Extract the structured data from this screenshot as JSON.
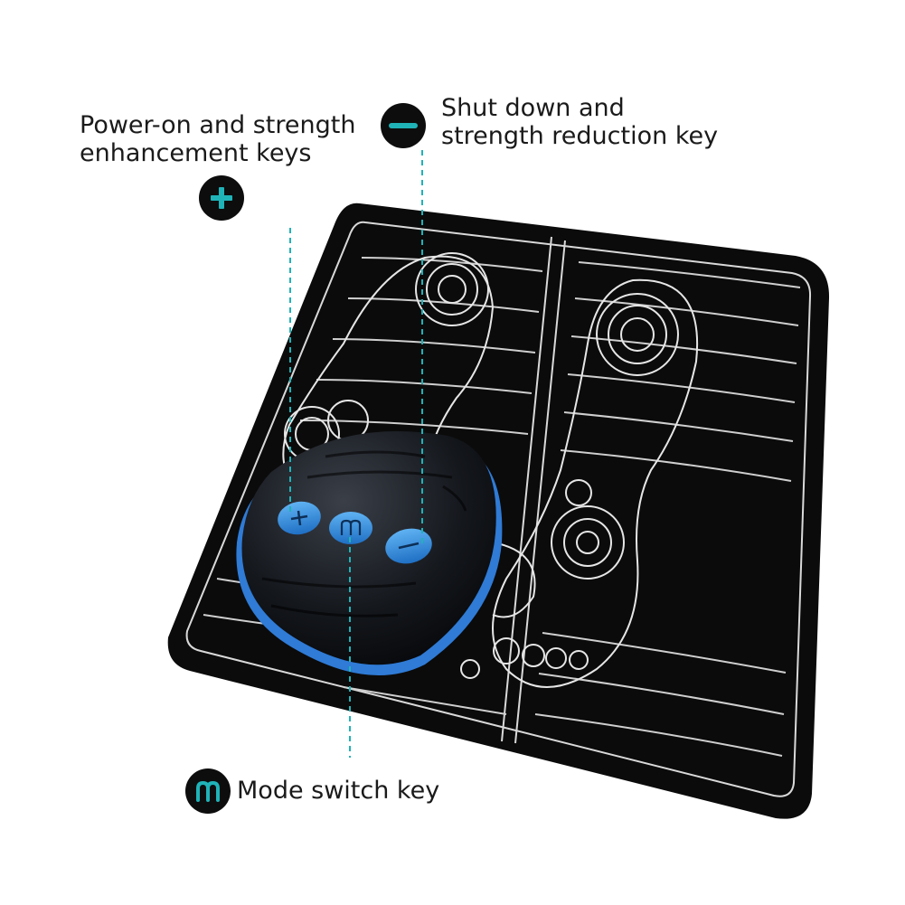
{
  "callouts": {
    "power_on": {
      "line1": "Power-on and strength",
      "line2": "enhancement keys",
      "icon": "plus-icon"
    },
    "shut_down": {
      "line1": "Shut down and",
      "line2": "strength reduction key",
      "icon": "minus-icon"
    },
    "mode": {
      "line1": "Mode switch key",
      "icon": "m-icon"
    }
  },
  "colors": {
    "accent": "#1fb3b8",
    "button_blue": "#2e8fe0",
    "mat": "#0b0b0b",
    "mat_lines": "#d9d9d9"
  }
}
